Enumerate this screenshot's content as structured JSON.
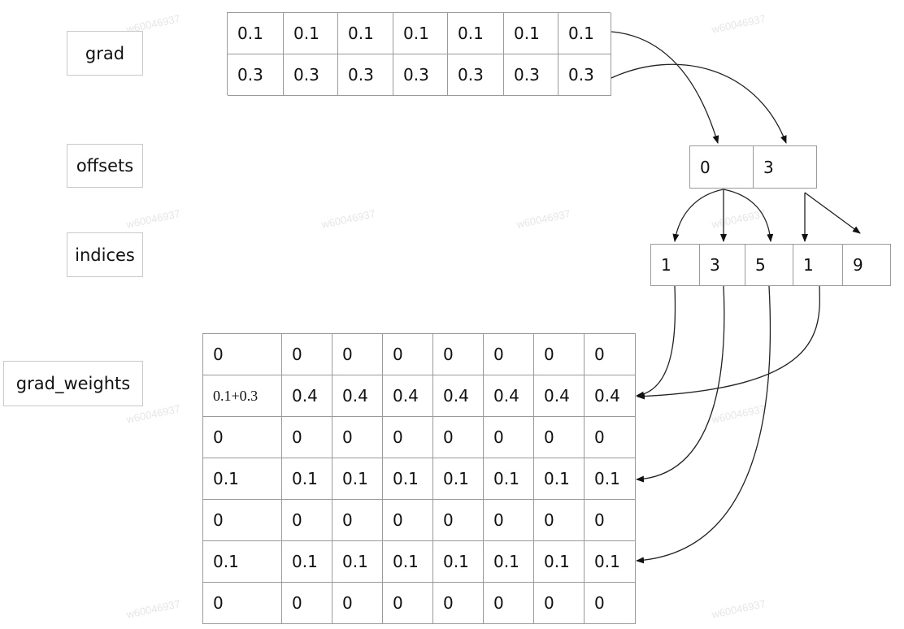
{
  "labels": {
    "grad": "grad",
    "offsets": "offsets",
    "indices": "indices",
    "grad_weights": "grad_weights"
  },
  "grad": [
    [
      "0.1",
      "0.1",
      "0.1",
      "0.1",
      "0.1",
      "0.1",
      "0.1"
    ],
    [
      "0.3",
      "0.3",
      "0.3",
      "0.3",
      "0.3",
      "0.3",
      "0.3"
    ]
  ],
  "offsets": [
    "0",
    "3"
  ],
  "indices": [
    "1",
    "3",
    "5",
    "1",
    "9"
  ],
  "grad_weights": [
    [
      "0",
      "0",
      "0",
      "0",
      "0",
      "0",
      "0",
      "0"
    ],
    [
      "0.1+0.3",
      "0.4",
      "0.4",
      "0.4",
      "0.4",
      "0.4",
      "0.4",
      "0.4"
    ],
    [
      "0",
      "0",
      "0",
      "0",
      "0",
      "0",
      "0",
      "0"
    ],
    [
      "0.1",
      "0.1",
      "0.1",
      "0.1",
      "0.1",
      "0.1",
      "0.1",
      "0.1"
    ],
    [
      "0",
      "0",
      "0",
      "0",
      "0",
      "0",
      "0",
      "0"
    ],
    [
      "0.1",
      "0.1",
      "0.1",
      "0.1",
      "0.1",
      "0.1",
      "0.1",
      "0.1"
    ],
    [
      "0",
      "0",
      "0",
      "0",
      "0",
      "0",
      "0",
      "0"
    ]
  ],
  "watermark": "w60046937"
}
